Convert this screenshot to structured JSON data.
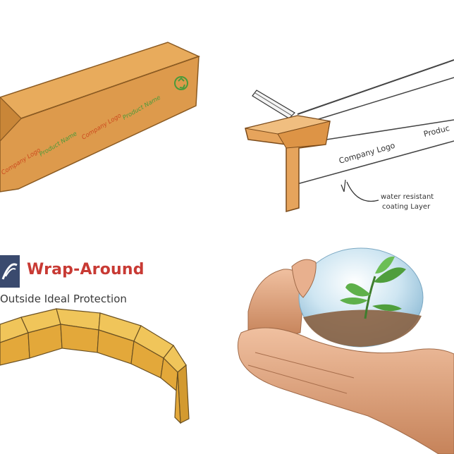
{
  "panels": {
    "box_profile": {
      "printed_text": [
        "Company Logo",
        "Product Name",
        "Company Logo",
        "Product Name"
      ],
      "colors": {
        "cardboard": "#dd9a4c",
        "print": "#cc4a1e",
        "print_alt": "#4a9a3a"
      },
      "icon": "recycle-icon"
    },
    "edge_protector": {
      "label_logo": "Company Logo",
      "label_product": "Produc",
      "label_coating_line1": "water resistant",
      "label_coating_line2": "coating Layer"
    },
    "wrap_around": {
      "title": "Wrap-Around",
      "subtitle": "Outside Ideal Protection",
      "colors": {
        "title": "#c83a34",
        "block": "#e8b544"
      },
      "icon": "logo-icon"
    },
    "eco_hands": {
      "colors": {
        "skin": "#e0a27a",
        "globe": "#cfe6f2",
        "leaf": "#4f9e3c"
      },
      "icon": "plant-icon"
    }
  }
}
